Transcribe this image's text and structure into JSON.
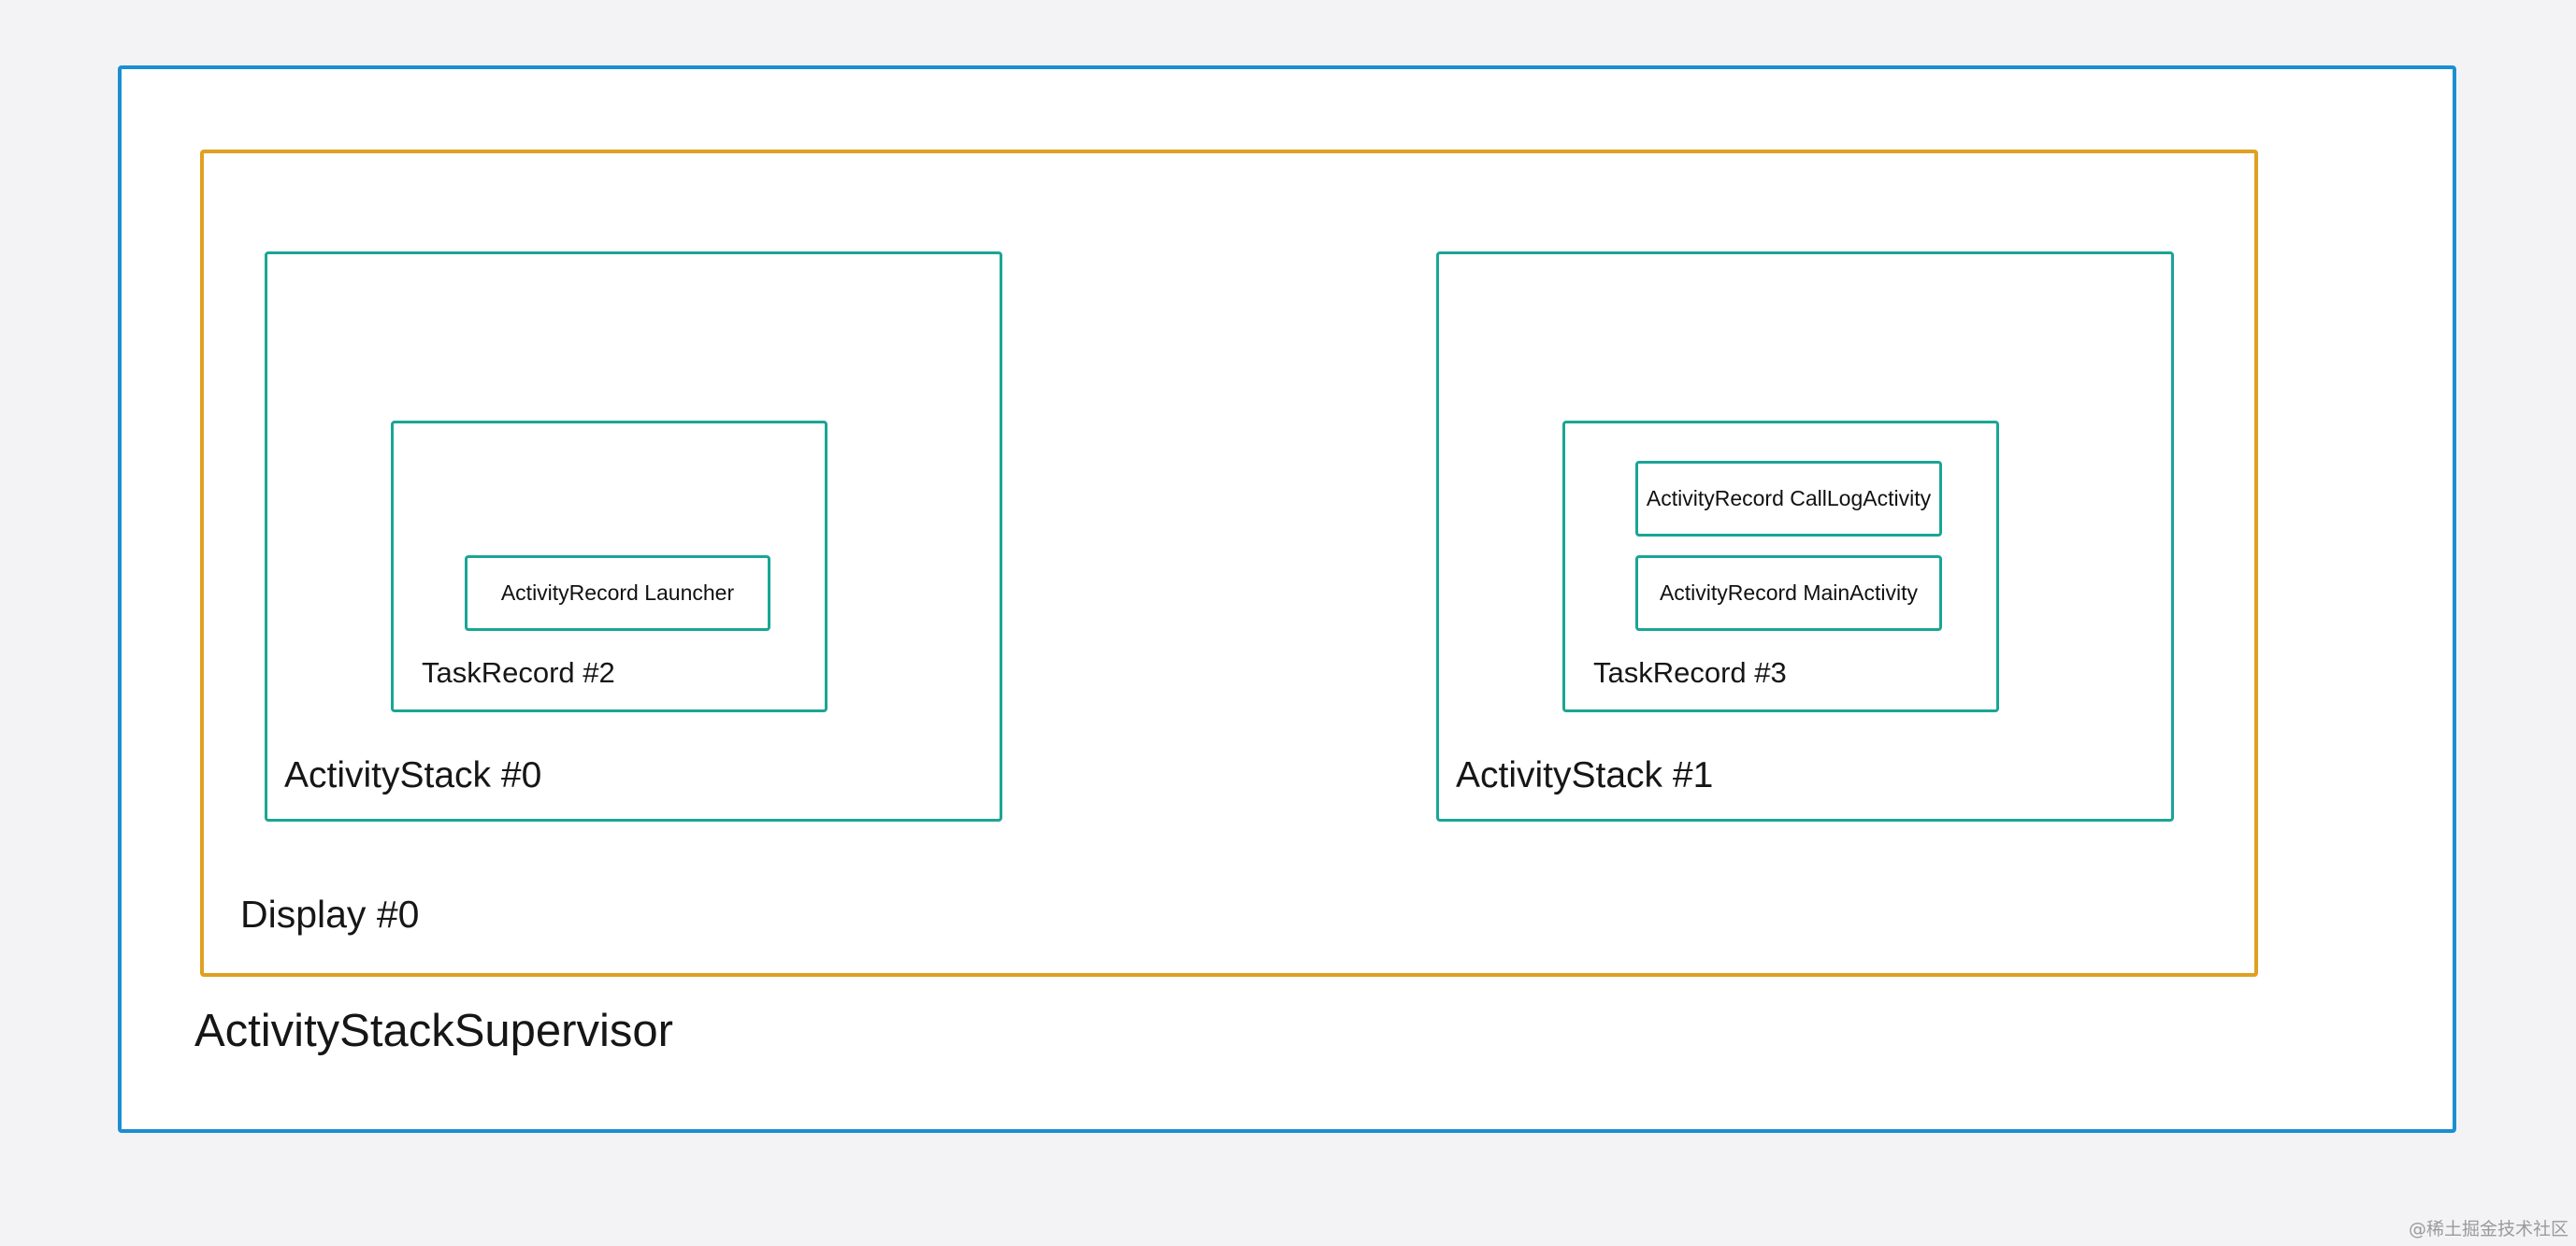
{
  "supervisor": {
    "label": "ActivityStackSupervisor"
  },
  "display": {
    "label": "Display #0"
  },
  "stacks": [
    {
      "label": "ActivityStack #0",
      "task": {
        "label": "TaskRecord #2",
        "records": [
          "ActivityRecord Launcher"
        ]
      }
    },
    {
      "label": "ActivityStack #1",
      "task": {
        "label": "TaskRecord #3",
        "records": [
          "ActivityRecord CallLogActivity",
          "ActivityRecord MainActivity"
        ]
      }
    }
  ],
  "watermark": "@稀土掘金技术社区",
  "colors": {
    "supervisor_border": "#1a8fd1",
    "display_border": "#e0a020",
    "stack_border": "#1aa595",
    "background": "#f3f3f5"
  }
}
